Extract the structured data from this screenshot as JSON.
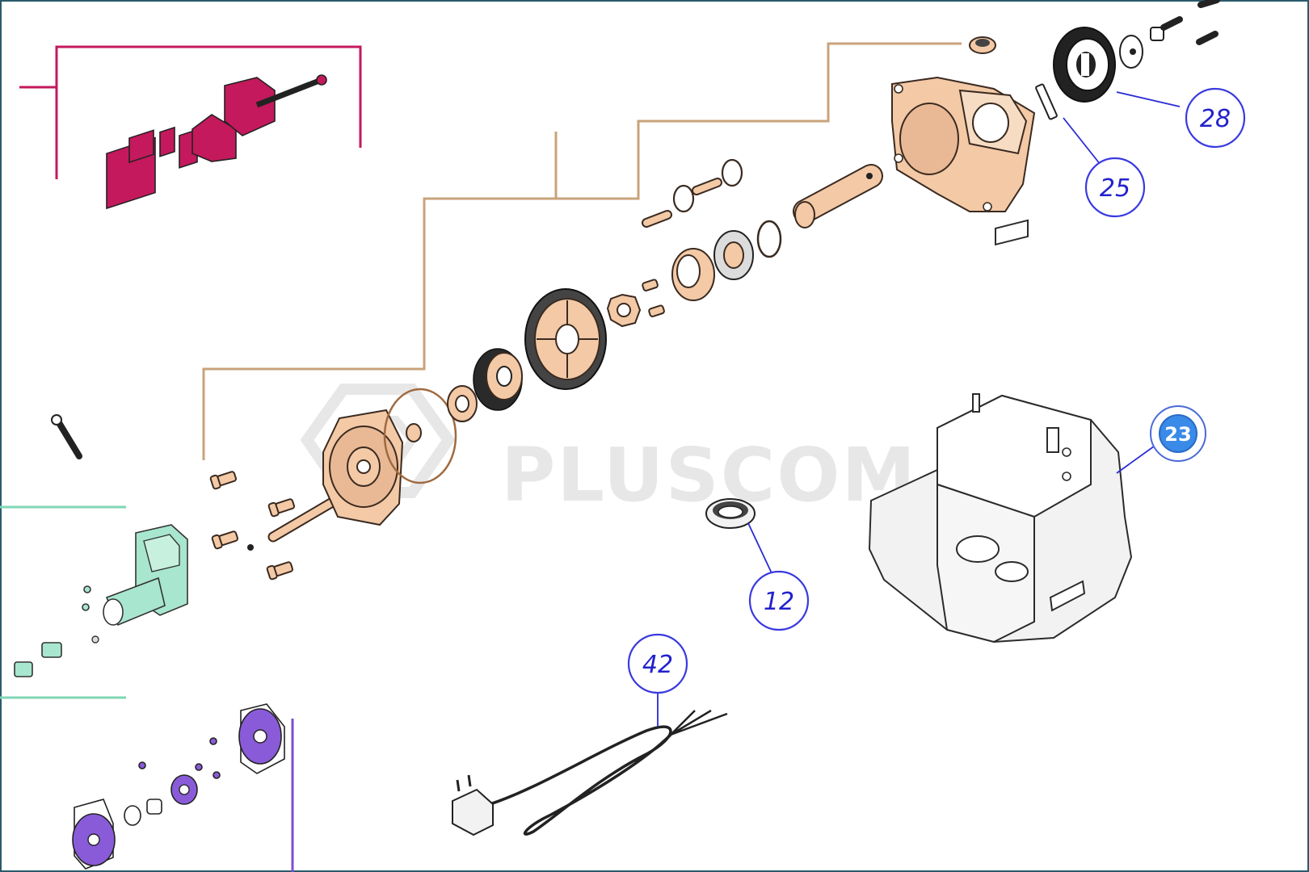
{
  "diagram": {
    "kind": "exploded parts diagram",
    "watermark": "PLUSCOM",
    "callouts": [
      {
        "id": "callout-28",
        "label": "28",
        "style": "outline"
      },
      {
        "id": "callout-25",
        "label": "25",
        "style": "outline"
      },
      {
        "id": "callout-23",
        "label": "23",
        "style": "filled"
      },
      {
        "id": "callout-12",
        "label": "12",
        "style": "outline"
      },
      {
        "id": "callout-42",
        "label": "42",
        "style": "outline"
      }
    ],
    "colors": {
      "gearbox_group": "#c9a37a",
      "board_group": "#c4195c",
      "motor_group": "#7fd6b5",
      "encoder_group": "#7a4fd0",
      "callout": "#3a3ae0",
      "callout_filled": "#3a8ae8"
    },
    "parts": [
      "control-board-assembly",
      "gearbox-housing",
      "output-gear",
      "spacer-pin",
      "drive-shaft",
      "bearing",
      "worm-gear",
      "gear-cover-plate",
      "motor-bracket",
      "encoder-disc-assembly",
      "base-housing",
      "cable-grommet",
      "power-cable-with-plug"
    ]
  }
}
